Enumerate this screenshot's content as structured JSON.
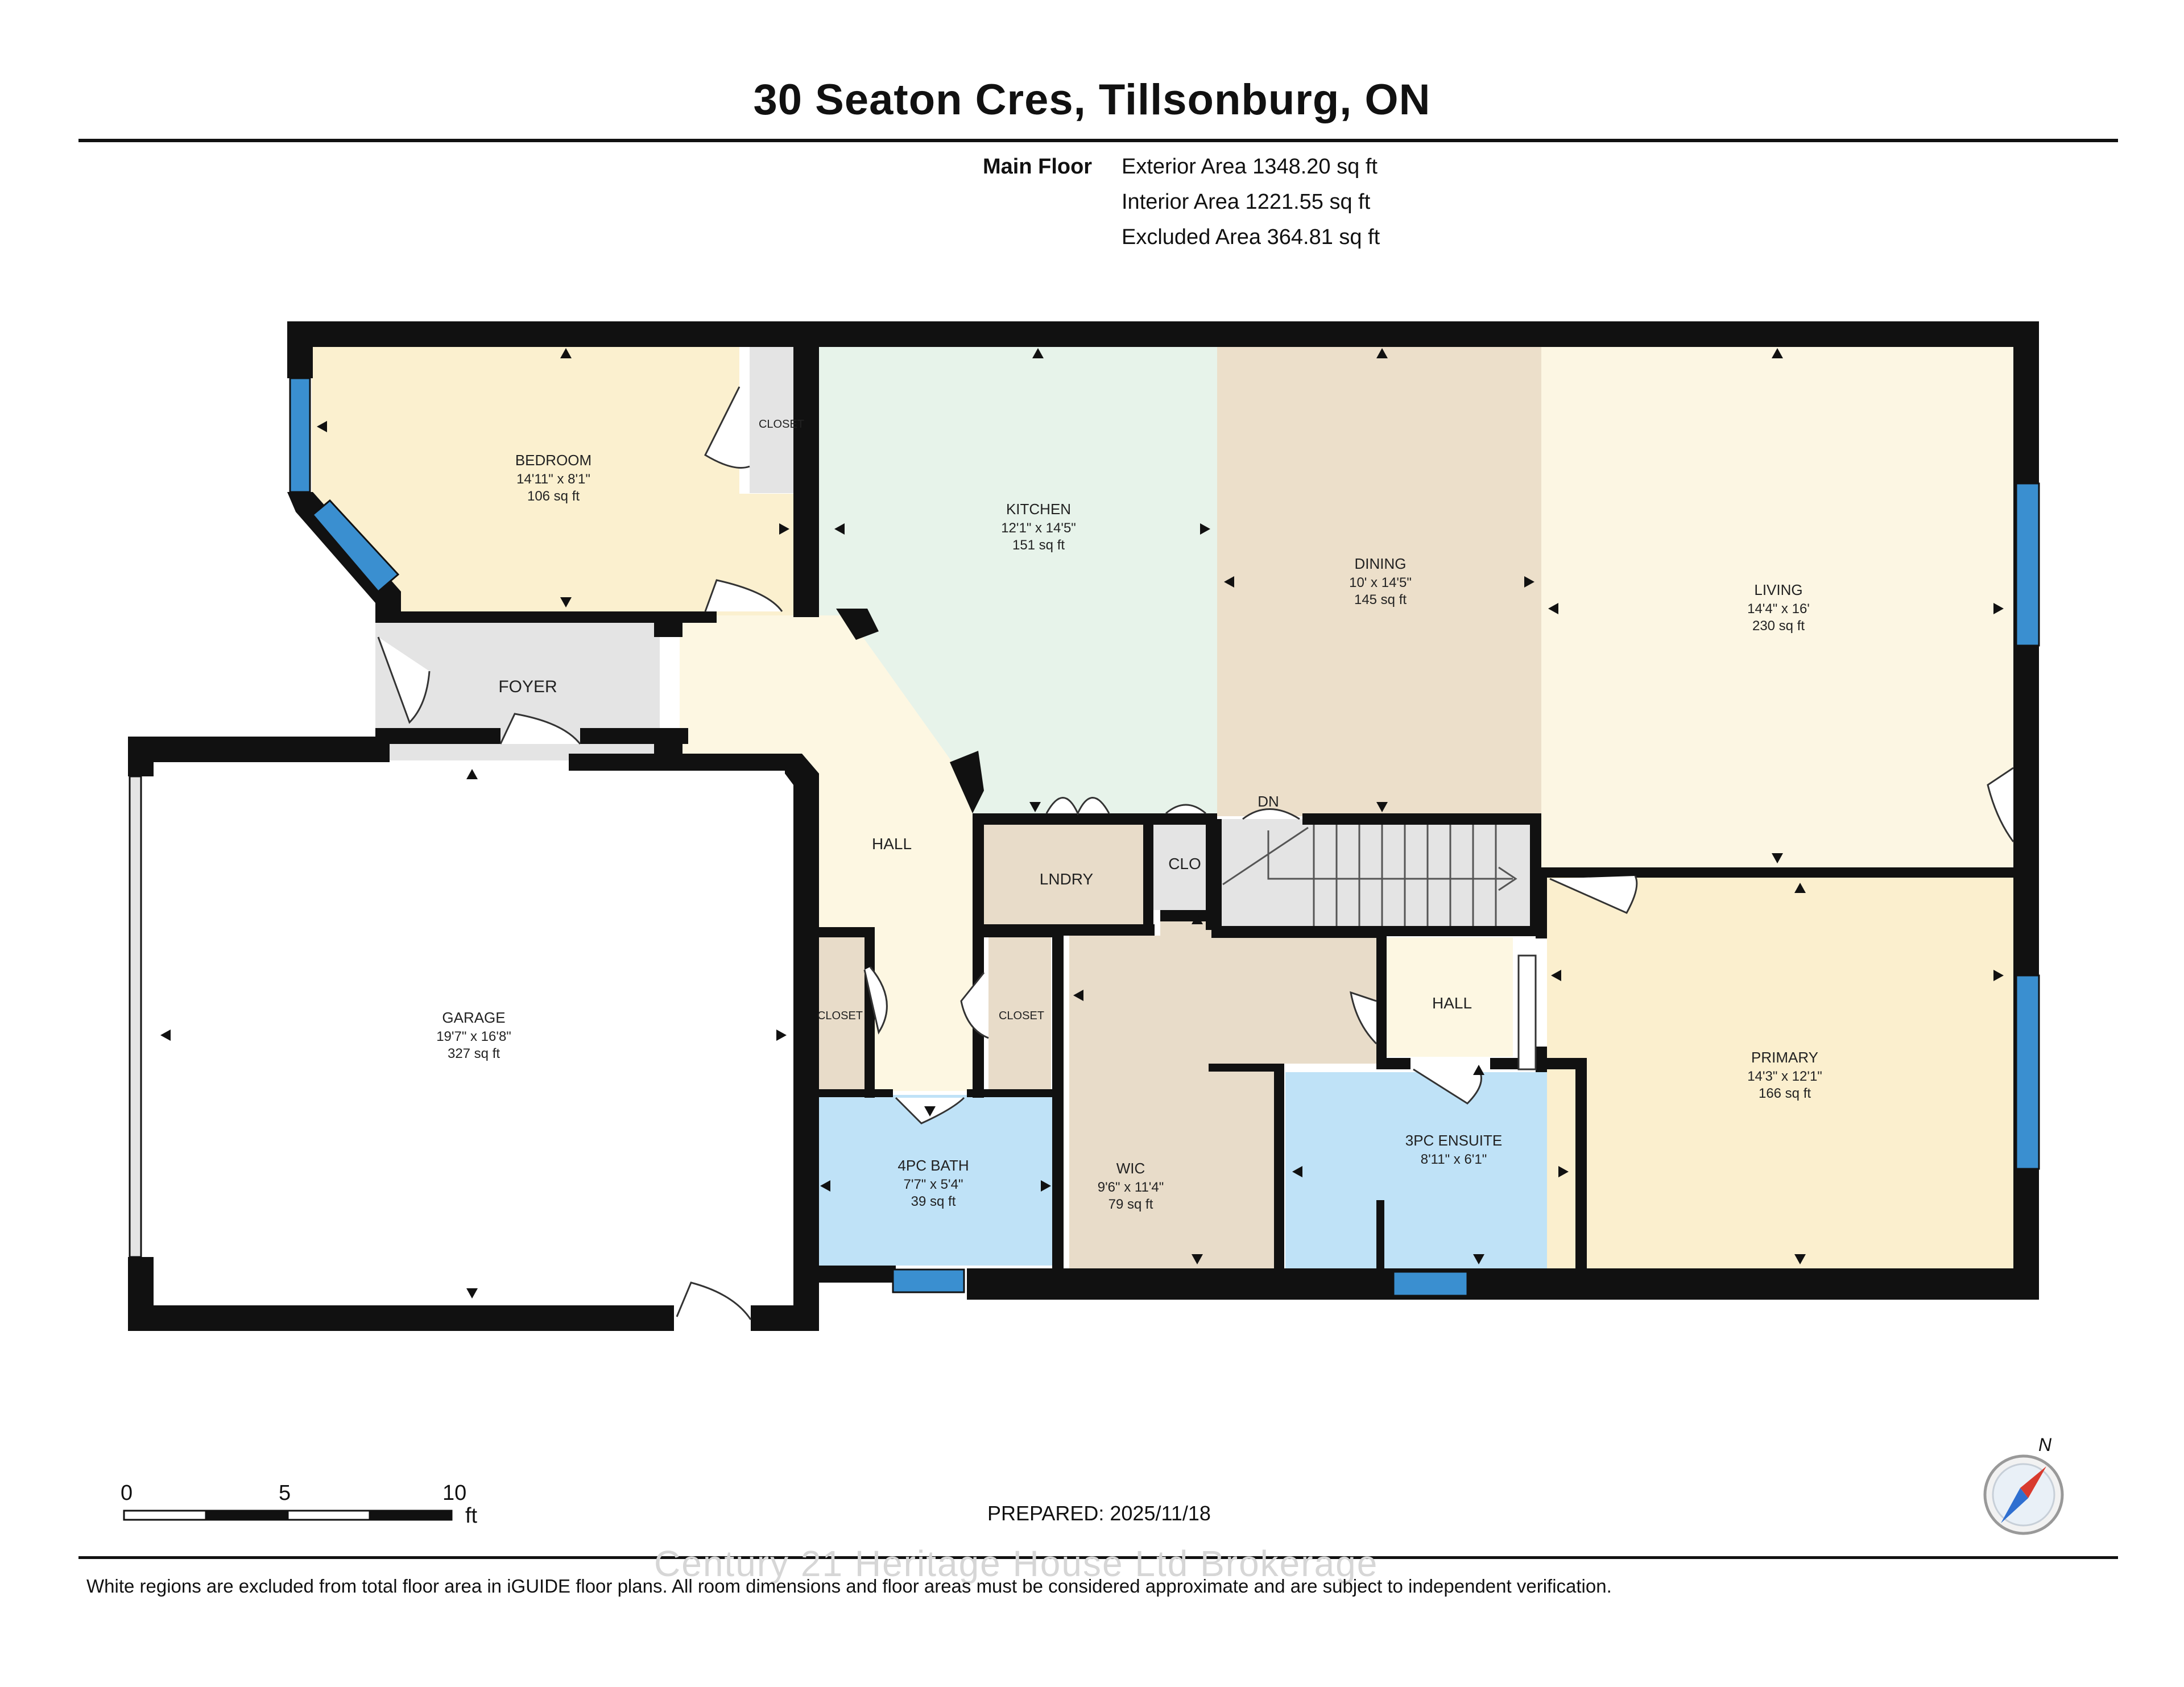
{
  "header": {
    "title": "30 Seaton Cres, Tillsonburg, ON",
    "floor_label": "Main Floor",
    "areas": [
      "Exterior Area 1348.20 sq ft",
      "Interior Area 1221.55 sq ft",
      "Excluded Area 364.81 sq ft"
    ]
  },
  "rooms": {
    "bedroom": {
      "name": "BEDROOM",
      "dims": "14'11\" x 8'1\"",
      "area": "106 sq ft"
    },
    "kitchen": {
      "name": "KITCHEN",
      "dims": "12'1\" x 14'5\"",
      "area": "151 sq ft"
    },
    "dining": {
      "name": "DINING",
      "dims": "10' x 14'5\"",
      "area": "145 sq ft"
    },
    "living": {
      "name": "LIVING",
      "dims": "14'4\" x 16'",
      "area": "230 sq ft"
    },
    "foyer": {
      "name": "FOYER"
    },
    "hall_main": {
      "name": "HALL"
    },
    "lndry": {
      "name": "LNDRY"
    },
    "clo": {
      "name": "CLO"
    },
    "dn": {
      "name": "DN"
    },
    "closet_top": {
      "name": "CLOSET"
    },
    "closet_left": {
      "name": "CLOSET"
    },
    "closet_right": {
      "name": "CLOSET"
    },
    "garage": {
      "name": "GARAGE",
      "dims": "19'7\" x 16'8\"",
      "area": "327 sq ft"
    },
    "bath": {
      "name": "4PC BATH",
      "dims": "7'7\" x 5'4\"",
      "area": "39 sq ft"
    },
    "wic": {
      "name": "WIC",
      "dims": "9'6\" x 11'4\"",
      "area": "79 sq ft"
    },
    "hall_small": {
      "name": "HALL"
    },
    "ensuite": {
      "name": "3PC ENSUITE",
      "dims": "8'11\" x 6'1\""
    },
    "primary": {
      "name": "PRIMARY",
      "dims": "14'3\" x 12'1\"",
      "area": "166 sq ft"
    }
  },
  "scale": {
    "labels": [
      "0",
      "5",
      "10"
    ],
    "unit": "ft"
  },
  "prepared": "PREPARED: 2025/11/18",
  "watermark": "Century 21 Heritage House Ltd Brokerage",
  "disclaimer": "White regions are excluded from total floor area in iGUIDE floor plans. All room dimensions and floor areas must be considered approximate and are subject to independent verification.",
  "compass": {
    "label": "N"
  },
  "colors": {
    "wall": "#111111",
    "window": "#3a8fd0",
    "bedroom": "#fbf0cf",
    "kitchen": "#e7f3ea",
    "dining": "#ecdfca",
    "living": "#fcf6e3",
    "hall": "#fdf7e2",
    "bath": "#bfe2f7",
    "wic": "#e8dcc9",
    "grey": "#e4e4e4",
    "primary": "#fbefce"
  }
}
